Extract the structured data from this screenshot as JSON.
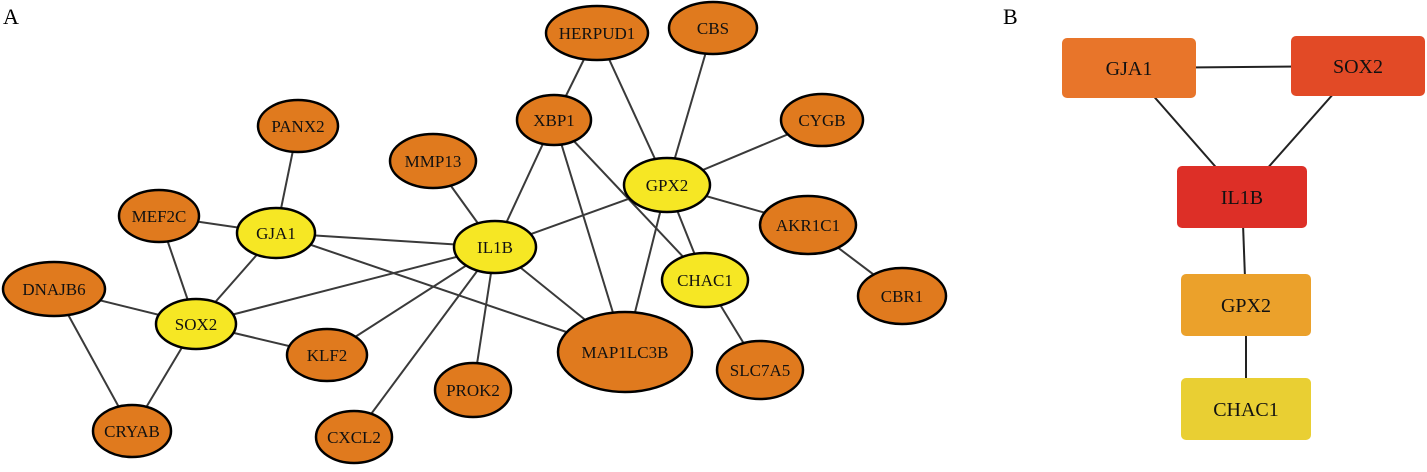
{
  "panel_a": {
    "label": "A",
    "nodes": [
      {
        "id": "HERPUD1",
        "label": "HERPUD1",
        "color": "#e07a1e"
      },
      {
        "id": "CBS",
        "label": "CBS",
        "color": "#e07a1e"
      },
      {
        "id": "XBP1",
        "label": "XBP1",
        "color": "#e07a1e"
      },
      {
        "id": "CYGB",
        "label": "CYGB",
        "color": "#e07a1e"
      },
      {
        "id": "PANX2",
        "label": "PANX2",
        "color": "#e07a1e"
      },
      {
        "id": "MMP13",
        "label": "MMP13",
        "color": "#e07a1e"
      },
      {
        "id": "GPX2",
        "label": "GPX2",
        "color": "#f6e724"
      },
      {
        "id": "MEF2C",
        "label": "MEF2C",
        "color": "#e07a1e"
      },
      {
        "id": "GJA1",
        "label": "GJA1",
        "color": "#f6e724"
      },
      {
        "id": "IL1B",
        "label": "IL1B",
        "color": "#f6e724"
      },
      {
        "id": "AKR1C1",
        "label": "AKR1C1",
        "color": "#e07a1e"
      },
      {
        "id": "CHAC1",
        "label": "CHAC1",
        "color": "#f6e724"
      },
      {
        "id": "DNAJB6",
        "label": "DNAJB6",
        "color": "#e07a1e"
      },
      {
        "id": "CBR1",
        "label": "CBR1",
        "color": "#e07a1e"
      },
      {
        "id": "SOX2",
        "label": "SOX2",
        "color": "#f6e724"
      },
      {
        "id": "MAP1LC3B",
        "label": "MAP1LC3B",
        "color": "#e07a1e"
      },
      {
        "id": "KLF2",
        "label": "KLF2",
        "color": "#e07a1e"
      },
      {
        "id": "SLC7A5",
        "label": "SLC7A5",
        "color": "#e07a1e"
      },
      {
        "id": "PROK2",
        "label": "PROK2",
        "color": "#e07a1e"
      },
      {
        "id": "CRYAB",
        "label": "CRYAB",
        "color": "#e07a1e"
      },
      {
        "id": "CXCL2",
        "label": "CXCL2",
        "color": "#e07a1e"
      }
    ],
    "edges": [
      [
        "HERPUD1",
        "XBP1"
      ],
      [
        "HERPUD1",
        "GPX2"
      ],
      [
        "CBS",
        "GPX2"
      ],
      [
        "CYGB",
        "GPX2"
      ],
      [
        "XBP1",
        "IL1B"
      ],
      [
        "XBP1",
        "CHAC1"
      ],
      [
        "XBP1",
        "MAP1LC3B"
      ],
      [
        "PANX2",
        "GJA1"
      ],
      [
        "MMP13",
        "IL1B"
      ],
      [
        "GPX2",
        "IL1B"
      ],
      [
        "GPX2",
        "AKR1C1"
      ],
      [
        "GPX2",
        "CHAC1"
      ],
      [
        "GPX2",
        "MAP1LC3B"
      ],
      [
        "MEF2C",
        "GJA1"
      ],
      [
        "MEF2C",
        "SOX2"
      ],
      [
        "GJA1",
        "IL1B"
      ],
      [
        "GJA1",
        "SOX2"
      ],
      [
        "GJA1",
        "MAP1LC3B"
      ],
      [
        "IL1B",
        "SOX2"
      ],
      [
        "IL1B",
        "MAP1LC3B"
      ],
      [
        "IL1B",
        "KLF2"
      ],
      [
        "IL1B",
        "PROK2"
      ],
      [
        "IL1B",
        "CXCL2"
      ],
      [
        "AKR1C1",
        "CBR1"
      ],
      [
        "CHAC1",
        "SLC7A5"
      ],
      [
        "DNAJB6",
        "SOX2"
      ],
      [
        "DNAJB6",
        "CRYAB"
      ],
      [
        "SOX2",
        "KLF2"
      ],
      [
        "SOX2",
        "CRYAB"
      ]
    ]
  },
  "panel_b": {
    "label": "B",
    "nodes": [
      {
        "id": "GJA1",
        "label": "GJA1",
        "color": "#e8752a"
      },
      {
        "id": "SOX2",
        "label": "SOX2",
        "color": "#e24a26"
      },
      {
        "id": "IL1B",
        "label": "IL1B",
        "color": "#dd2f27"
      },
      {
        "id": "GPX2",
        "label": "GPX2",
        "color": "#eba12b"
      },
      {
        "id": "CHAC1",
        "label": "CHAC1",
        "color": "#e9cf33"
      }
    ],
    "edges": [
      [
        "GJA1",
        "SOX2"
      ],
      [
        "GJA1",
        "IL1B"
      ],
      [
        "SOX2",
        "IL1B"
      ],
      [
        "IL1B",
        "GPX2"
      ],
      [
        "GPX2",
        "CHAC1"
      ]
    ]
  }
}
